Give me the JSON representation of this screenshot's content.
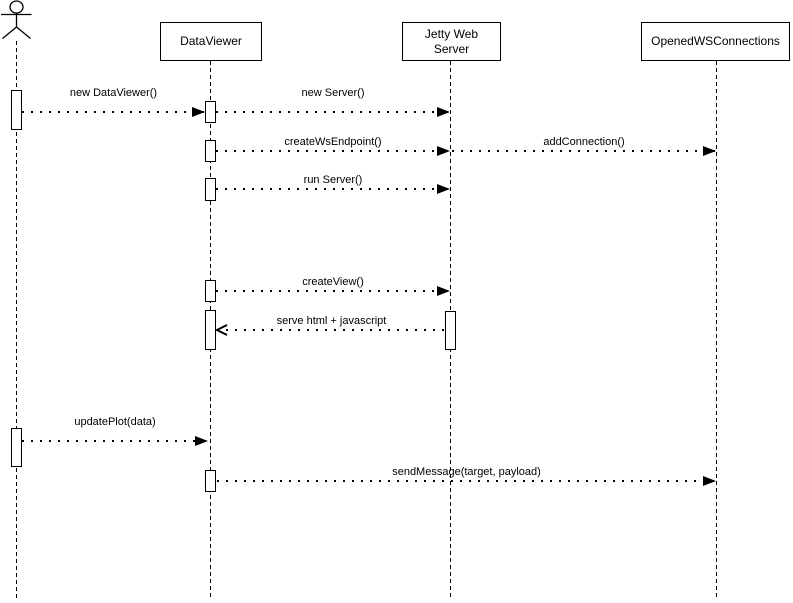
{
  "diagram": {
    "type": "uml-sequence-diagram",
    "colors": {
      "stroke": "#000000",
      "background": "#ffffff",
      "text": "#000000",
      "box_fill": "#ffffff"
    },
    "participants": [
      {
        "id": "user",
        "kind": "actor",
        "label": ""
      },
      {
        "id": "dataviewer",
        "kind": "object",
        "label": "DataViewer"
      },
      {
        "id": "jetty",
        "kind": "object",
        "label": "Jetty Web Server"
      },
      {
        "id": "connections",
        "kind": "object",
        "label": "OpenedWSConnections"
      }
    ],
    "messages": [
      {
        "seq": 1,
        "label": "new DataViewer()",
        "from": "user",
        "to": "dataviewer",
        "line": "dotted",
        "arrow": "filled"
      },
      {
        "seq": 2,
        "label": "new Server()",
        "from": "dataviewer",
        "to": "jetty",
        "line": "dotted",
        "arrow": "filled"
      },
      {
        "seq": 3,
        "label": "createWsEndpoint()",
        "from": "dataviewer",
        "to": "jetty",
        "line": "dotted",
        "arrow": "filled"
      },
      {
        "seq": 4,
        "label": "addConnection()",
        "from": "jetty",
        "to": "connections",
        "line": "dotted",
        "arrow": "filled"
      },
      {
        "seq": 5,
        "label": "run Server()",
        "from": "dataviewer",
        "to": "jetty",
        "line": "dotted",
        "arrow": "filled"
      },
      {
        "seq": 6,
        "label": "createView()",
        "from": "dataviewer",
        "to": "jetty",
        "line": "dotted",
        "arrow": "filled"
      },
      {
        "seq": 7,
        "label": "serve html + javascript",
        "from": "jetty",
        "to": "dataviewer",
        "line": "dotted",
        "arrow": "open"
      },
      {
        "seq": 8,
        "label": "updatePlot(data)",
        "from": "user",
        "to": "dataviewer",
        "line": "dotted",
        "arrow": "filled"
      },
      {
        "seq": 9,
        "label": "sendMessage(target, payload)",
        "from": "dataviewer",
        "to": "connections",
        "line": "dotted",
        "arrow": "filled"
      }
    ]
  }
}
